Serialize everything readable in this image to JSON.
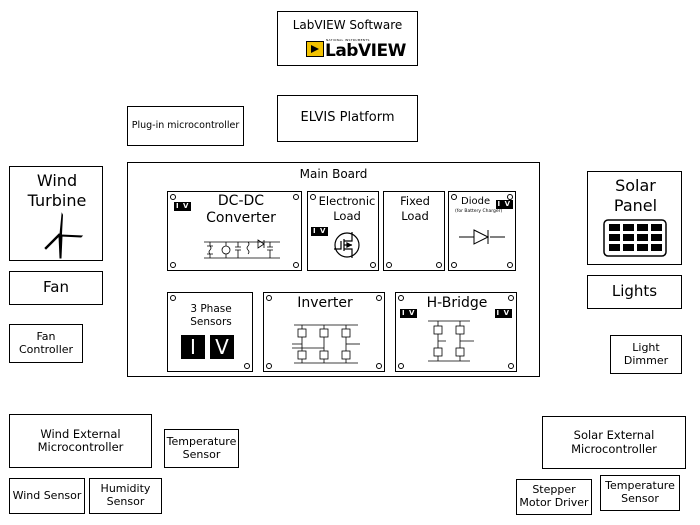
{
  "labview": {
    "title": "LabVIEW Software",
    "logo_text": "LabVIEW",
    "logo_small": "NATIONAL INSTRUMENTS"
  },
  "elvis": {
    "label": "ELVIS Platform"
  },
  "plugin": {
    "label": "Plug-in microcontroller"
  },
  "main_board": {
    "title": "Main Board",
    "iv_badge": "I V",
    "modules": {
      "dcdc": "DC-DC Converter",
      "eload": "Electronic Load",
      "fixed": "Fixed Load",
      "diode": "Diode",
      "diode_sub": "(for Battery Charger)",
      "sensors": "3 Phase Sensors",
      "sensor_i": "I",
      "sensor_v": "V",
      "inverter": "Inverter",
      "hbridge": "H-Bridge"
    }
  },
  "left": {
    "wind_turbine": "Wind Turbine",
    "fan": "Fan",
    "fan_controller": "Fan Controller",
    "wind_ext": "Wind External Microcontroller",
    "temp_sensor": "Temperature Sensor",
    "wind_sensor": "Wind Sensor",
    "humidity_sensor": "Humidity Sensor"
  },
  "right": {
    "solar_panel": "Solar Panel",
    "lights": "Lights",
    "light_dimmer": "Light Dimmer",
    "solar_ext": "Solar External Microcontroller",
    "stepper": "Stepper Motor Driver",
    "temp_sensor": "Temperature Sensor"
  }
}
